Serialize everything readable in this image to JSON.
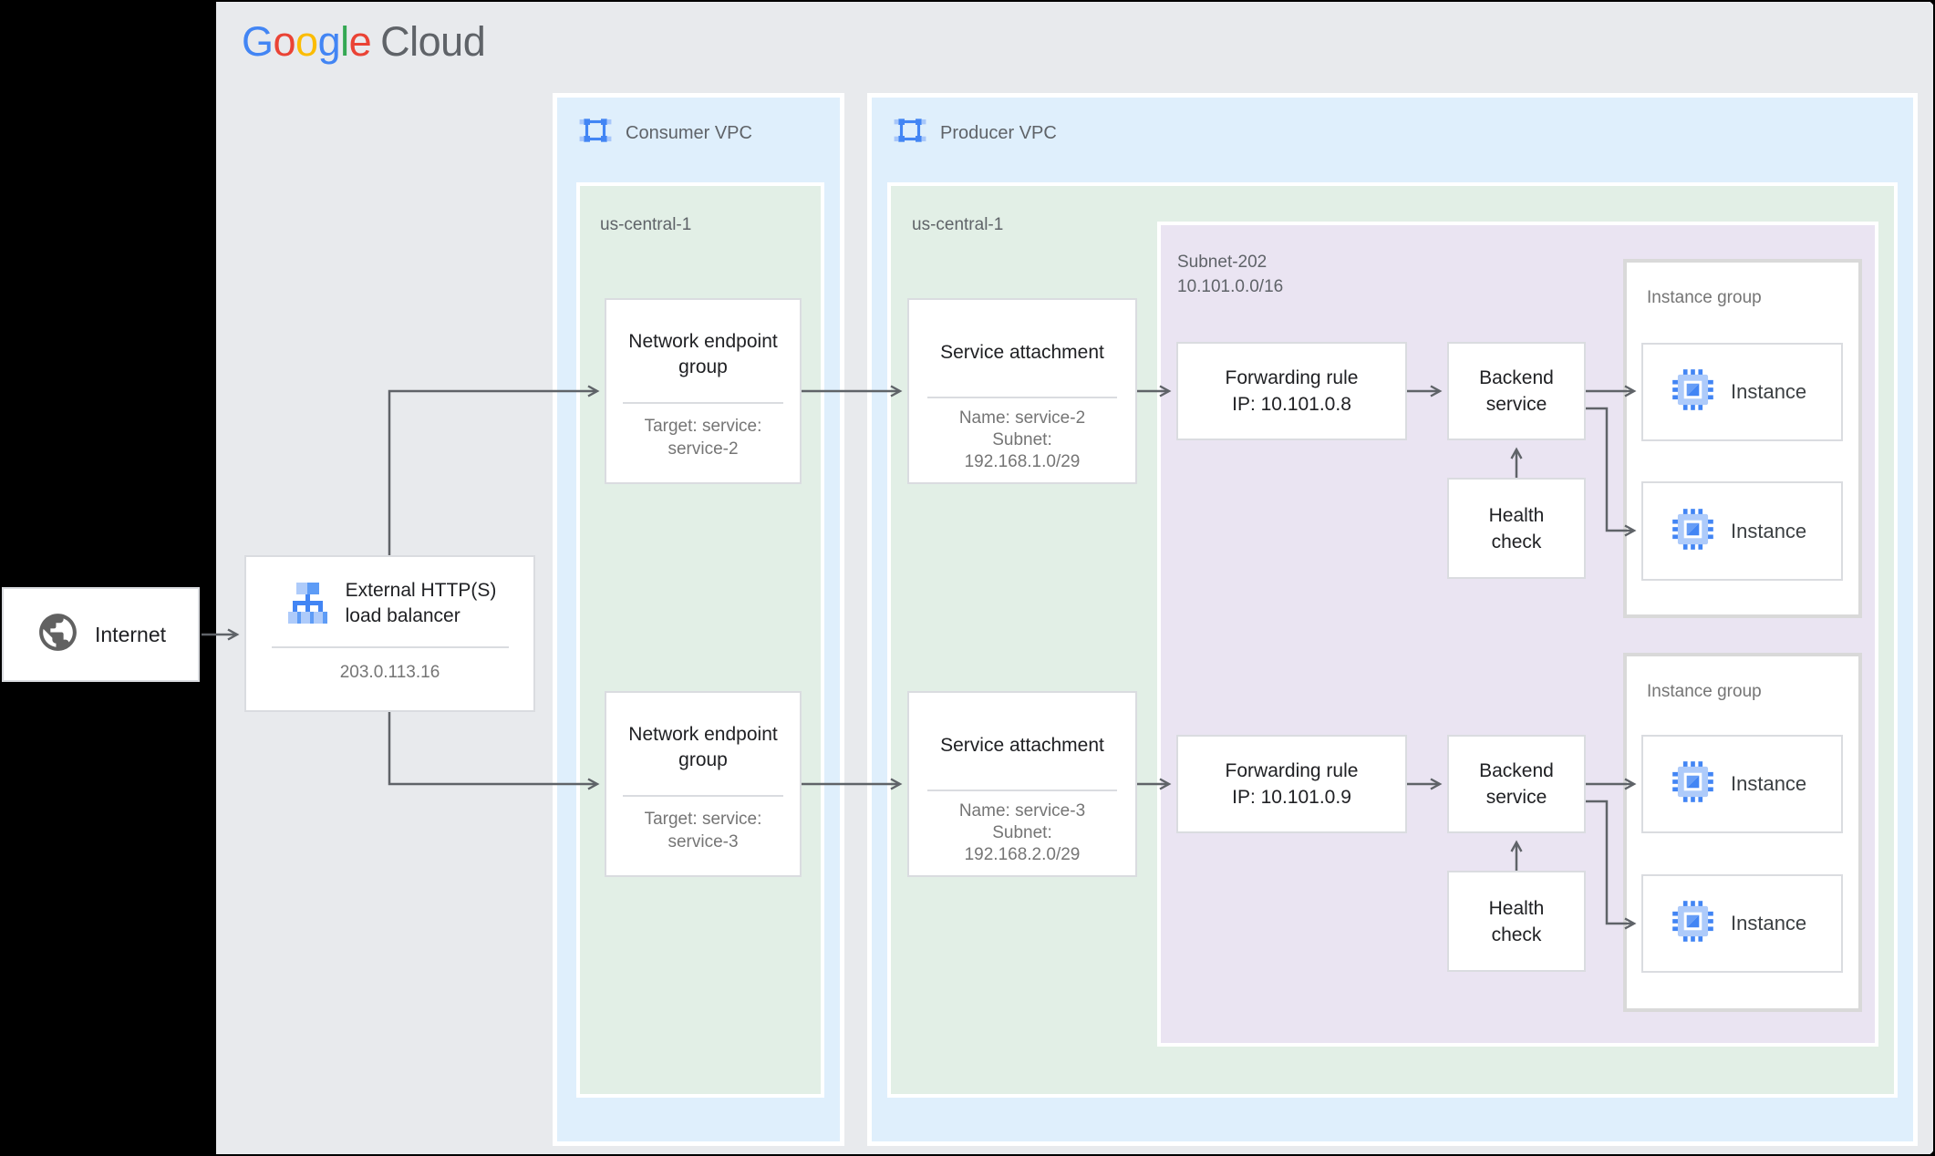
{
  "logo": {
    "letters": [
      "G",
      "o",
      "o",
      "g",
      "l",
      "e"
    ],
    "cloud": "Cloud"
  },
  "internet": {
    "label": "Internet"
  },
  "load_balancer": {
    "title_lines": [
      "External HTTP(S)",
      "load balancer"
    ],
    "ip": "203.0.113.16"
  },
  "consumer_vpc": {
    "label": "Consumer VPC",
    "region": "us-central-1"
  },
  "producer_vpc": {
    "label": "Producer VPC",
    "region": "us-central-1"
  },
  "subnet": {
    "name": "Subnet-202",
    "cidr": "10.101.0.0/16"
  },
  "negs": [
    {
      "title": "Network endpoint group",
      "sub_lines": [
        "Target: service:",
        "service-2"
      ]
    },
    {
      "title": "Network endpoint group",
      "sub_lines": [
        "Target: service:",
        "service-3"
      ]
    }
  ],
  "service_attachments": [
    {
      "title": "Service attachment",
      "sub_lines": [
        "Name: service-2",
        "Subnet:",
        "192.168.1.0/29"
      ]
    },
    {
      "title": "Service attachment",
      "sub_lines": [
        "Name: service-3",
        "Subnet:",
        "192.168.2.0/29"
      ]
    }
  ],
  "forwarding_rules": [
    {
      "lines": [
        "Forwarding rule",
        "IP: 10.101.0.8"
      ]
    },
    {
      "lines": [
        "Forwarding rule",
        "IP: 10.101.0.9"
      ]
    }
  ],
  "backend_service": {
    "lines": [
      "Backend",
      "service"
    ]
  },
  "health_check": {
    "lines": [
      "Health",
      "check"
    ]
  },
  "instance_group": {
    "label": "Instance group"
  },
  "instance": {
    "label": "Instance"
  },
  "colors": {
    "canvas": "#e8eaed",
    "vpc_zone": "#dfeffc",
    "region_zone": "#e2efe6",
    "subnet_zone": "#eae4f2",
    "node_border": "#dadce0",
    "connector": "#5f6368",
    "google_blue": "#4285f4",
    "google_red": "#ea4335",
    "google_yellow": "#fbbc04",
    "google_green": "#34a853",
    "icon_light_blue": "#aecbfa",
    "icon_mid_blue": "#5e9cf6",
    "text_primary": "#202124",
    "text_secondary": "#757575",
    "label_gray": "#5f6368"
  }
}
